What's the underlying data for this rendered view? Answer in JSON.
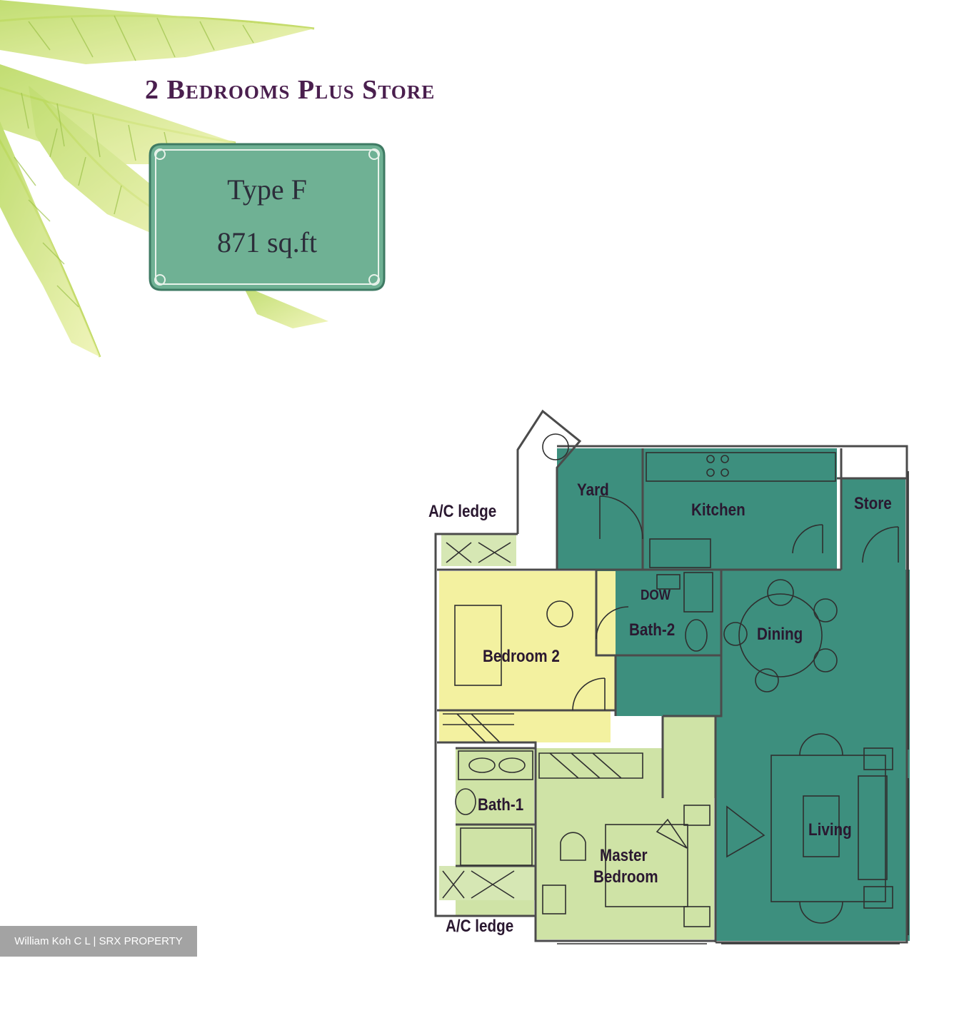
{
  "heading": "2 Bedrooms Plus Store",
  "badge": {
    "type_label": "Type F",
    "area_label": "871 sq.ft"
  },
  "rooms": {
    "yard": "Yard",
    "kitchen": "Kitchen",
    "store": "Store",
    "ac_ledge_top": "A/C ledge",
    "wc": "DOW",
    "bath2": "Bath-2",
    "dining": "Dining",
    "bedroom2": "Bedroom 2",
    "bath1": "Bath-1",
    "master_line1": "Master",
    "master_line2": "Bedroom",
    "living": "Living",
    "ac_ledge_bottom": "A/C ledge"
  },
  "watermark": "William Koh C L | SRX PROPERTY",
  "colors": {
    "heading": "#4a1f4e",
    "badge_fill": "#6fb194",
    "main_green": "#3d8f7e",
    "bedroom2_yellow": "#f3f1a0",
    "master_lime": "#cfe3a6",
    "wall": "#5a5a5a"
  }
}
